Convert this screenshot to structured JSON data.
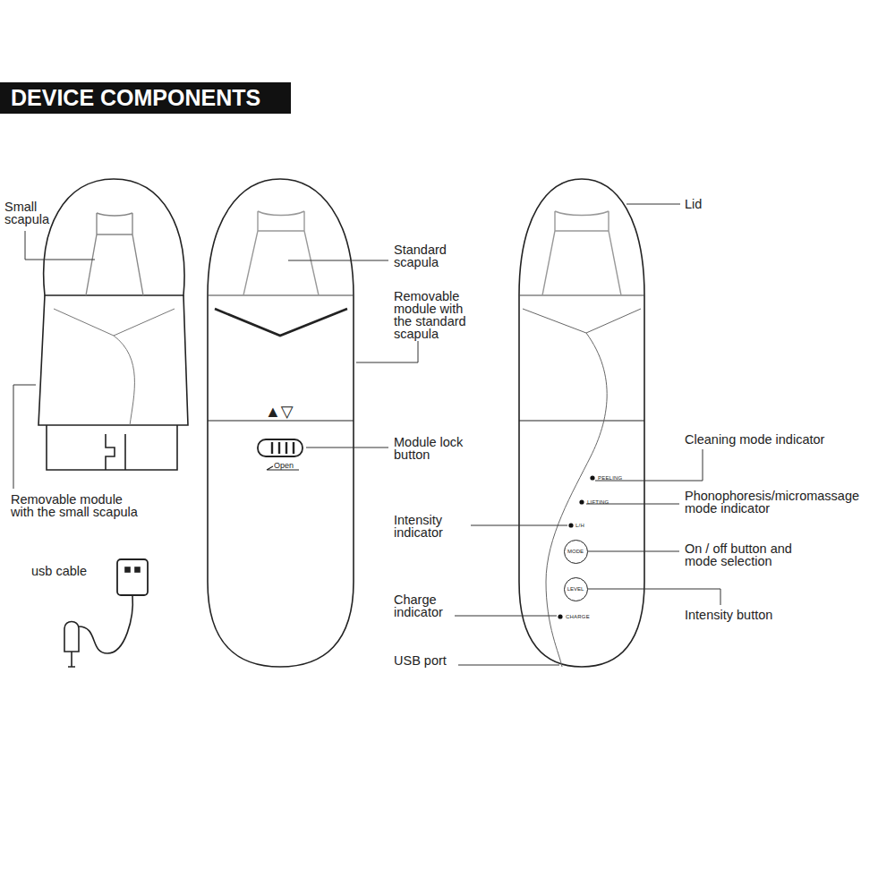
{
  "diagram": {
    "title": "DEVICE COMPONENTS",
    "nodes": [
      {
        "text": [
          "MODE"
        ]
      },
      {
        "text": [
          "LEVEL"
        ]
      }
    ],
    "labels": [
      "Small scapula",
      "Standard scapula",
      "Lid",
      "Removable module with the standard scapula",
      "▲▽",
      "Module lock button",
      "Open",
      "Cleaning mode indicator",
      "PEELING",
      "Phonophoresis/micromassage mode indicator",
      "LIFTING",
      "Intensity indicator",
      "L/H",
      "On / off button and mode selection",
      "Removable module with the small scapula",
      "usb cable",
      "Intensity button",
      "Charge indicator",
      "CHARGE",
      "USB port"
    ]
  }
}
